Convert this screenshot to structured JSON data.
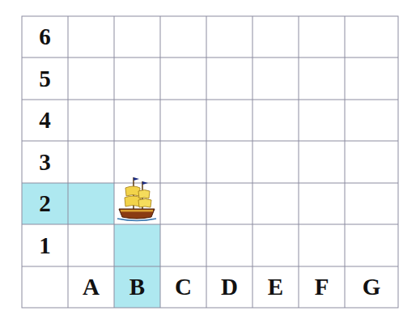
{
  "diagram": {
    "labels": [
      "6",
      "5",
      "4",
      "3",
      "2",
      "1",
      "A",
      "B",
      "C",
      "D",
      "E",
      "F",
      "G"
    ]
  }
}
